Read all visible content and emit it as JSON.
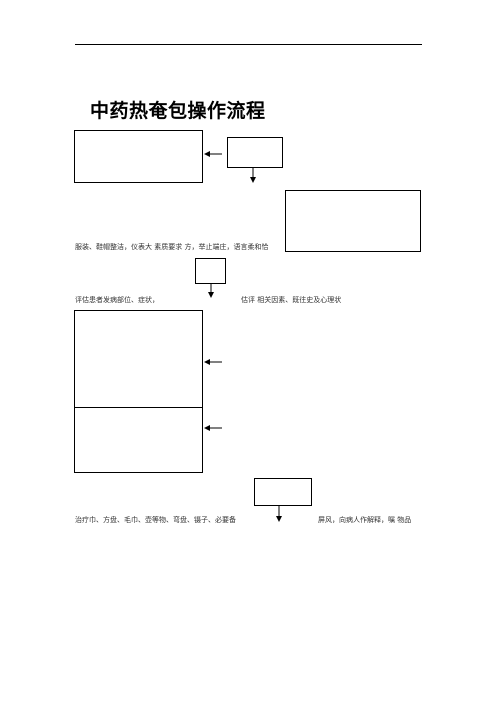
{
  "document": {
    "title": "中药热奄包操作流程",
    "lines": {
      "preparation": "服装、鞋帽整洁，仪表大  素质要求  方，举止端庄，语言柔和恰",
      "assessment_left": "评估患者发病部位、症状，",
      "assessment_right": "估评    相关因素、既往史及心理状",
      "supplies": "治疗巾、方盘、毛巾、壶等物、弯盘、镊子、必要备",
      "explain": "屏风，向病人作解释，嘱  物品"
    }
  }
}
